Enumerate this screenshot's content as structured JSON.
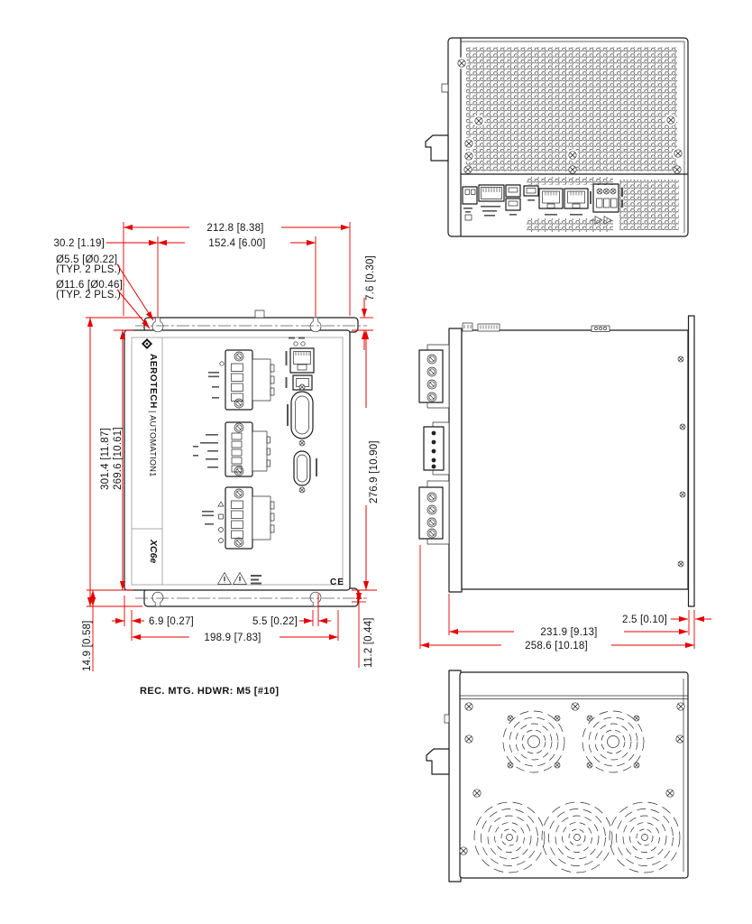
{
  "front": {
    "dims": {
      "overall_width": "212.8 [8.38]",
      "hole_offset": "30.2 [1.19]",
      "hole_spacing": "152.4 [6.00]",
      "tab_protrusion": "7.6 [0.30]",
      "overall_height": "301.4 [11.87]",
      "body_height": "269.6 [10.61]",
      "panel_height": "276.9 [10.90]",
      "foot_offset_left": "6.9 [0.27]",
      "slot_offset_right": "5.5 [0.22]",
      "mount_width": "198.9 [7.83]",
      "tab_below_left": "14.9 [0.58]",
      "tab_below_right": "11.2 [0.44]"
    },
    "callouts": {
      "small_hole_dia": "Ø5.5 [Ø0.22]",
      "small_hole_note": "(TYP. 2 PLS.)",
      "large_hole_dia": "Ø11.6 [Ø0.46]",
      "large_hole_note": "(TYP. 2 PLS.)"
    },
    "panel": {
      "brand": "AEROTECH",
      "brand_secondary": "| AUTOMATION1",
      "model": "XC6e",
      "ce_mark": "CE"
    }
  },
  "side": {
    "dims": {
      "flange_thickness": "2.5 [0.10]",
      "depth_body": "231.9 [9.13]",
      "depth_overall": "258.6 [10.18]"
    }
  },
  "note": "REC. MTG. HDWR: M5 [#10]",
  "colors": {
    "dimension_line": "#e60000",
    "drawing_line": "#1c1c1c",
    "text": "#141414",
    "background": "#ffffff"
  }
}
